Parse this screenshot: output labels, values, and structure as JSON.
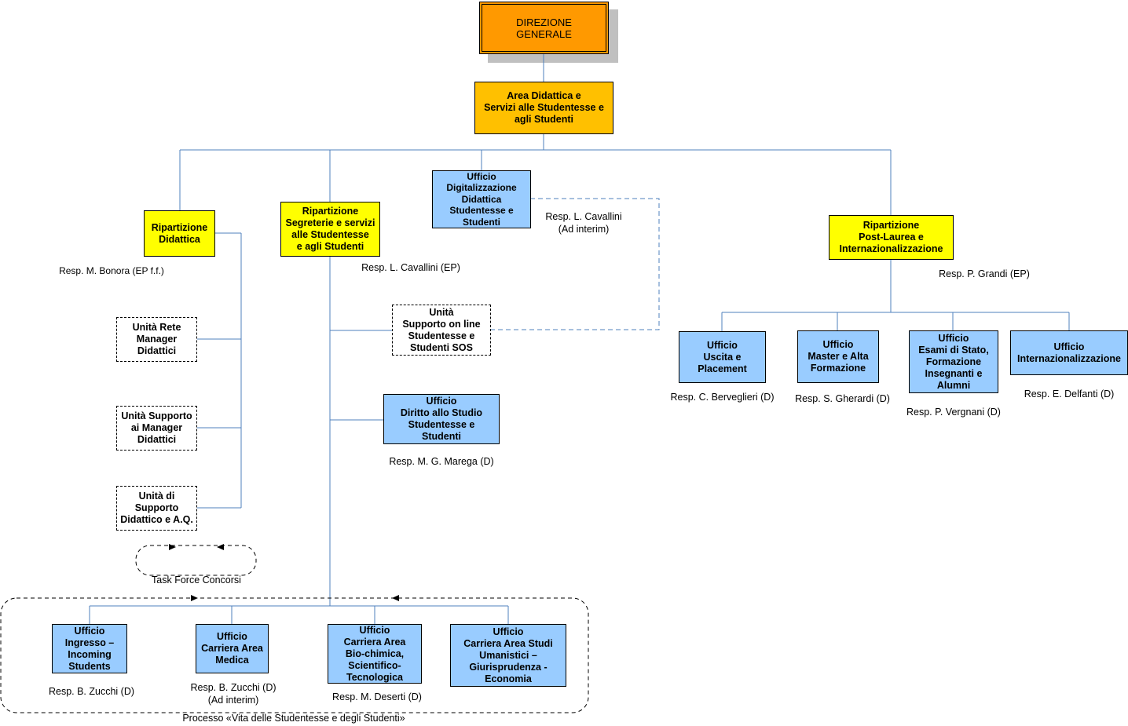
{
  "top": {
    "label": "DIREZIONE\nGENERALE"
  },
  "area": {
    "label": "Area Didattica e\nServizi alle Studentesse e\nagli Studenti"
  },
  "rip_didattica": {
    "label": "Ripartizione\nDidattica",
    "resp": "Resp. M. Bonora (EP f.f.)"
  },
  "rip_segreterie": {
    "label": "Ripartizione\nSegreterie e servizi\nalle Studentesse\ne agli Studenti",
    "resp": "Resp. L. Cavallini (EP)"
  },
  "uff_digital": {
    "label": "Ufficio\nDigitalizzazione\nDidattica\nStudentesse e\nStudenti",
    "resp": "Resp. L. Cavallini\n(Ad interim)"
  },
  "rip_postlaurea": {
    "label": "Ripartizione\nPost-Laurea e\nInternazionalizzazione",
    "resp": "Resp. P. Grandi (EP)"
  },
  "unita_rete": {
    "label": "Unità Rete\nManager\nDidattici"
  },
  "unita_supporto_manager": {
    "label": "Unità Supporto\nai Manager\nDidattici"
  },
  "unita_supporto_didattico": {
    "label": "Unità di\nSupporto\nDidattico e A.Q."
  },
  "task_force": {
    "label": "Task Force Concorsi"
  },
  "unita_sos": {
    "label": "Unità\nSupporto on line\nStudentesse e\nStudenti SOS"
  },
  "uff_diritto": {
    "label": "Ufficio\nDiritto allo Studio\nStudentesse e\nStudenti",
    "resp": "Resp. M. G. Marega (D)"
  },
  "uff_uscita": {
    "label": "Ufficio\nUscita e\nPlacement",
    "resp": "Resp. C. Berveglieri (D)"
  },
  "uff_master": {
    "label": "Ufficio\nMaster e Alta\nFormazione",
    "resp": "Resp. S. Gherardi (D)"
  },
  "uff_esami": {
    "label": "Ufficio\nEsami di Stato,\nFormazione\nInsegnanti e\nAlumni",
    "resp": "Resp. P. Vergnani (D)"
  },
  "uff_intern": {
    "label": "Ufficio\nInternazionalizzazione",
    "resp": "Resp. E. Delfanti (D)"
  },
  "uff_ingresso": {
    "label": "Ufficio\nIngresso –\nIncoming\nStudents",
    "resp": "Resp. B. Zucchi (D)"
  },
  "uff_medica": {
    "label": "Ufficio\nCarriera Area\nMedica",
    "resp": "Resp. B. Zucchi (D)\n(Ad interim)"
  },
  "uff_biochimica": {
    "label": "Ufficio\nCarriera Area\nBio-chimica,\nScientifico-\nTecnologica",
    "resp": "Resp. M. Deserti (D)"
  },
  "uff_umanistici": {
    "label": "Ufficio\nCarriera Area Studi\nUmanistici –\nGiurisprudenza -\nEconomia"
  },
  "processo": {
    "label": "Processo «Vita delle Studentesse e degli Studenti»"
  },
  "colors": {
    "top": "#ff9900",
    "area": "#ffc000",
    "ripartizione": "#ffff00",
    "ufficio": "#99ccff",
    "shadow": "#c0c0c0",
    "line": "#4f81bd"
  }
}
